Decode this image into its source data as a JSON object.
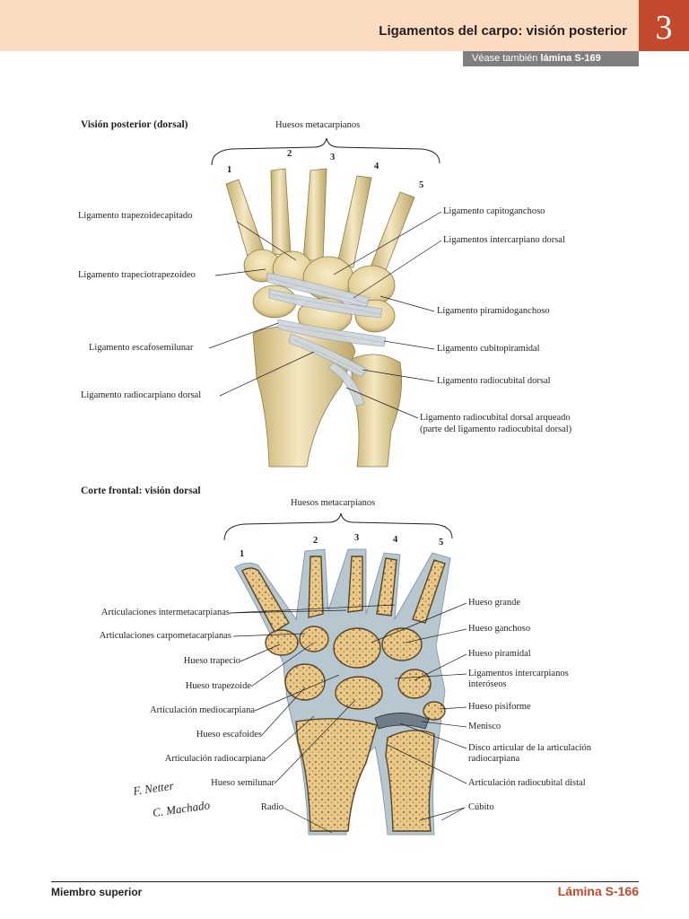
{
  "header": {
    "title": "Ligamentos del carpo: visión posterior",
    "chapter": "3",
    "see_also_prefix": "Véase también",
    "see_also_ref": "lámina S-169"
  },
  "top": {
    "title": "Visión posterior (dorsal)",
    "metacarpals_label": "Huesos metacarpianos",
    "numbers": [
      "1",
      "2",
      "3",
      "4",
      "5"
    ],
    "labels_left": [
      "Ligamento trapezoidecapitado",
      "Ligamento trapeciotrapezoideo",
      "Ligamento escafosemilunar",
      "Ligamento radiocarpiano dorsal"
    ],
    "labels_right": [
      "Ligamento capitoganchoso",
      "Ligamentos intercarpiano dorsal",
      "Ligamento piramidoganchoso",
      "Ligamento cubitopiramidal",
      "Ligamento radiocubital dorsal",
      "Ligamento radiocubital dorsal arqueado",
      "(parte del ligamento radiocubital dorsal)"
    ]
  },
  "bottom": {
    "title": "Corte frontal: visión dorsal",
    "metacarpals_label": "Huesos metacarpianos",
    "numbers": [
      "1",
      "2",
      "3",
      "4",
      "5"
    ],
    "labels_left": [
      "Articulaciones intermetacarpianas",
      "Articulaciones carpometacarpianas",
      "Hueso trapecio",
      "Hueso trapezoide",
      "Articulación mediocarpiana",
      "Hueso escafoides",
      "Articulación radiocarpiana",
      "Hueso semilunar",
      "Radio"
    ],
    "labels_right": [
      "Hueso grande",
      "Hueso ganchoso",
      "Hueso piramidal",
      "Ligamentos intercarpianos",
      "interóseos",
      "Hueso pisiforme",
      "Menisco",
      "Disco articular de la articulación",
      "radiocarpiana",
      "Articulación radiocubital distal",
      "Cúbito"
    ]
  },
  "signature": {
    "line1": "F. Netter",
    "line2": "C. Machado"
  },
  "footer": {
    "left": "Miembro superior",
    "right": "Lámina S-166"
  },
  "colors": {
    "accent": "#c2492c",
    "header_band": "#fbdcc0",
    "bone": "#e9d9a6",
    "bone_shadow": "#b9a46a",
    "ligament": "#c9d1d8",
    "cartilage": "#a9c0cc"
  }
}
